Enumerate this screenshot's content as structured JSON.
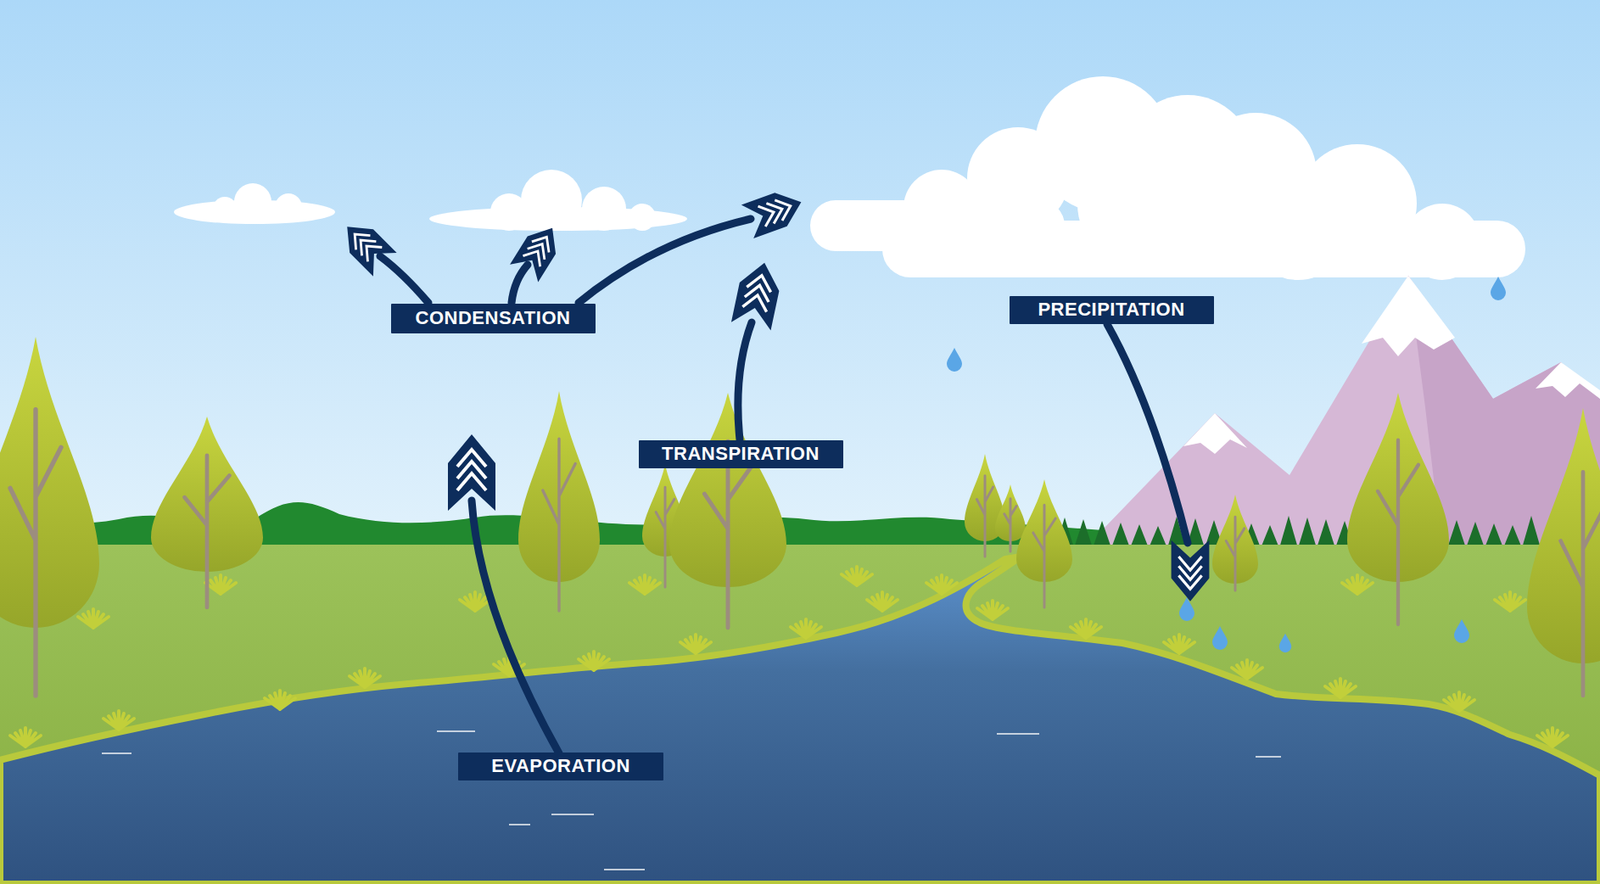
{
  "diagram": {
    "nodes": [
      {
        "text": [
          "CONDENSATION"
        ]
      },
      {
        "text": [
          "PRECIPITATION"
        ]
      },
      {
        "text": [
          "TRANSPIRATION"
        ]
      },
      {
        "text": [
          "EVAPORATION"
        ]
      }
    ]
  }
}
